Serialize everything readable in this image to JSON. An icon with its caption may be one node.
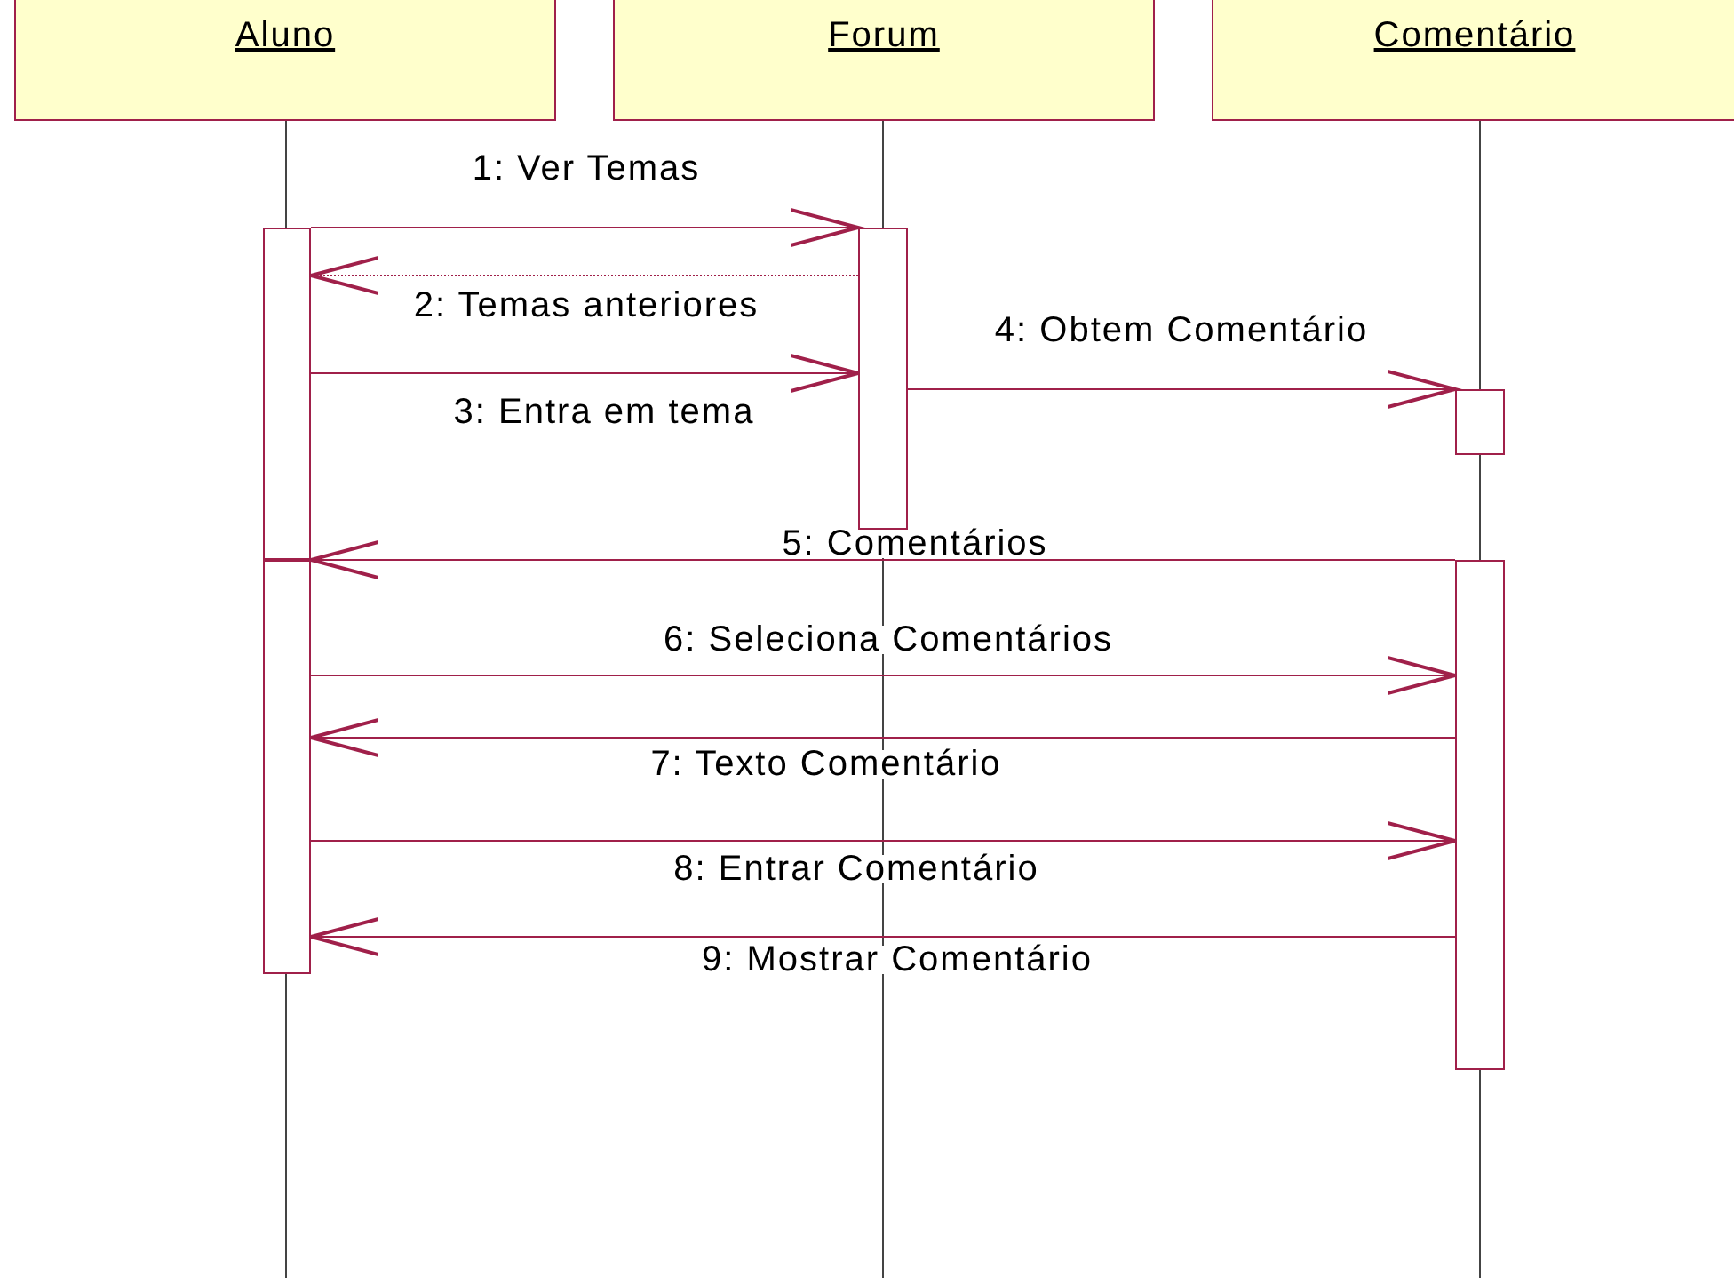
{
  "diagram": {
    "nodes": [
      {
        "text": [
          "Aluno"
        ]
      },
      {
        "text": [
          "Forum"
        ]
      },
      {
        "text": [
          "Comentário"
        ]
      },
      {
        "text": [],
        "shape": "bar"
      },
      {
        "text": [],
        "shape": "bar"
      },
      {
        "text": [],
        "shape": "bar"
      },
      {
        "text": [],
        "shape": "bar"
      },
      {
        "text": [],
        "shape": "bar"
      }
    ],
    "edges": [
      {
        "from": 3,
        "to": 4,
        "arrow": "to",
        "label": "1: Ver Temas"
      },
      {
        "from": 4,
        "to": 3,
        "arrow": "to",
        "label": "2: Temas anteriores",
        "style": "dashed"
      },
      {
        "from": 3,
        "to": 4,
        "arrow": "to",
        "label": "3: Entra em tema"
      },
      {
        "from": 4,
        "to": 5,
        "arrow": "to",
        "label": "4: Obtem Comentário"
      },
      {
        "from": 7,
        "to": 6,
        "arrow": "to",
        "label": "5: Comentários"
      },
      {
        "from": 6,
        "to": 7,
        "arrow": "to",
        "label": "6: Seleciona Comentários"
      },
      {
        "from": 7,
        "to": 6,
        "arrow": "to",
        "label": "7: Texto Comentário"
      },
      {
        "from": 6,
        "to": 7,
        "arrow": "to",
        "label": "8: Entrar Comentário"
      },
      {
        "from": 7,
        "to": 6,
        "arrow": "to",
        "label": "9: Mostrar Comentário"
      }
    ]
  }
}
